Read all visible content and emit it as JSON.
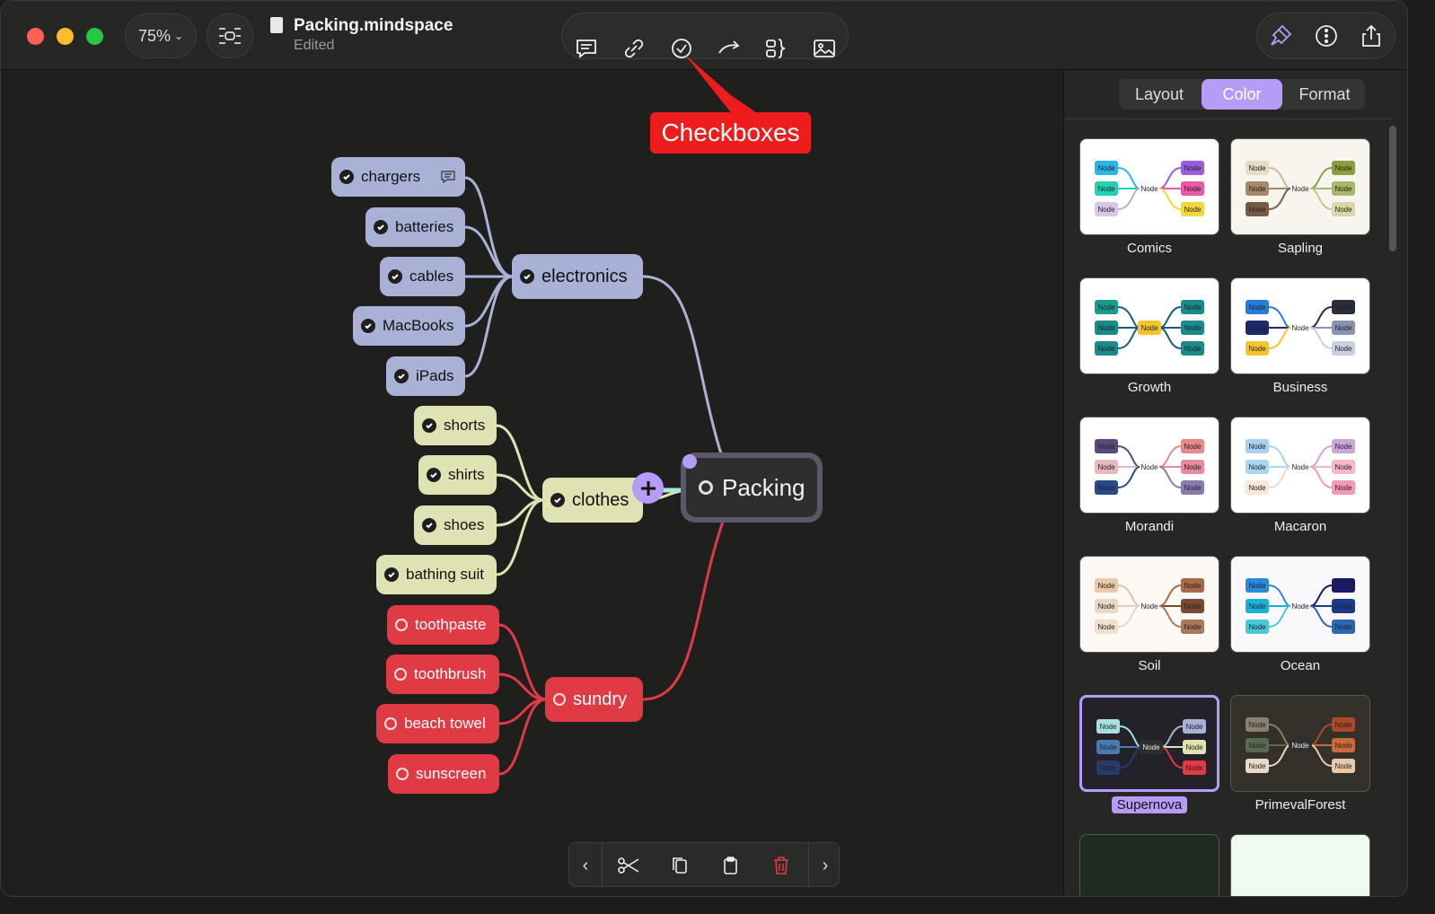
{
  "window": {
    "zoom": "75%",
    "doc_title": "Packing.mindspace",
    "doc_status": "Edited"
  },
  "annotation": {
    "label": "Checkboxes"
  },
  "toolbar": {
    "icons": [
      "comment-icon",
      "link-icon",
      "checkbox-icon",
      "relation-arrow-icon",
      "summary-icon",
      "image-icon"
    ],
    "right_icons": [
      "style-brush-icon",
      "more-icon",
      "share-icon"
    ]
  },
  "mindmap": {
    "root": "Packing",
    "branches": [
      {
        "label": "electronics",
        "color": "#a9b2d6",
        "children": [
          "chargers",
          "batteries",
          "cables",
          "MacBooks",
          "iPads"
        ]
      },
      {
        "label": "clothes",
        "color": "#dfe3b4",
        "children": [
          "shorts",
          "shirts",
          "shoes",
          "bathing suit"
        ]
      },
      {
        "label": "sundry",
        "color": "#e03a45",
        "children": [
          "toothpaste",
          "toothbrush",
          "beach towel",
          "sunscreen"
        ]
      }
    ]
  },
  "sidebar": {
    "tabs": [
      "Layout",
      "Color",
      "Format"
    ],
    "active_tab": "Color",
    "themes": [
      {
        "name": "Comics",
        "selected": false
      },
      {
        "name": "Sapling",
        "selected": false
      },
      {
        "name": "Growth",
        "selected": false
      },
      {
        "name": "Business",
        "selected": false
      },
      {
        "name": "Morandi",
        "selected": false
      },
      {
        "name": "Macaron",
        "selected": false
      },
      {
        "name": "Soil",
        "selected": false
      },
      {
        "name": "Ocean",
        "selected": false
      },
      {
        "name": "Supernova",
        "selected": true
      },
      {
        "name": "PrimevalForest",
        "selected": false
      }
    ],
    "preview_node_label": "Node"
  },
  "bottom_bar": {
    "icons": [
      "prev-icon",
      "cut-icon",
      "copy-icon",
      "paste-icon",
      "delete-icon",
      "next-icon"
    ]
  },
  "colors": {
    "accent": "#b69cf7",
    "annotation_red": "#ee1c1c"
  }
}
